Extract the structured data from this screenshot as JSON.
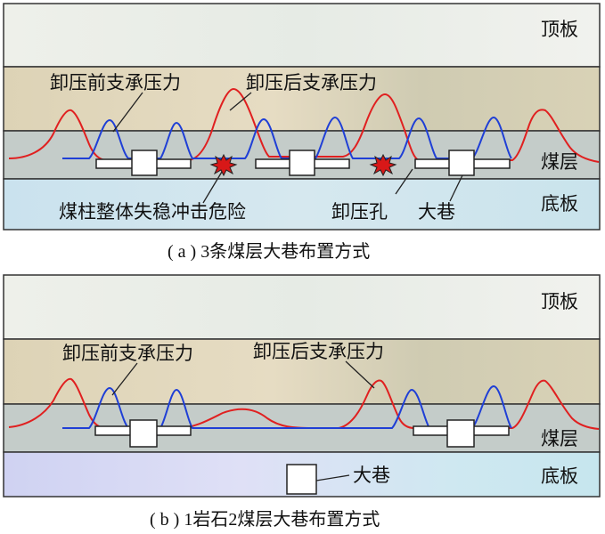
{
  "panel_a": {
    "roof": "顶板",
    "coal": "煤层",
    "floor": "底板",
    "label_before": "卸压前支承压力",
    "label_after": "卸压后支承压力",
    "label_risk": "煤柱整体失稳冲击危险",
    "label_hole": "卸压孔",
    "label_roadway": "大巷",
    "caption": "( a ) 3条煤层大巷布置方式"
  },
  "panel_b": {
    "roof": "顶板",
    "coal": "煤层",
    "floor": "底板",
    "label_before": "卸压前支承压力",
    "label_after": "卸压后支承压力",
    "label_roadway": "大巷",
    "caption": "( b ) 1岩石2煤层大巷布置方式"
  },
  "colors": {
    "roof": "#eef0ea",
    "stratum": "#e0d6bb",
    "coal": "#c4ccc9",
    "floor_a": "#cfe3ec",
    "floor_b": "#d9dcf4",
    "before_curve": "#1f3fd6",
    "after_curve": "#e02020",
    "burst": "#d81818"
  }
}
